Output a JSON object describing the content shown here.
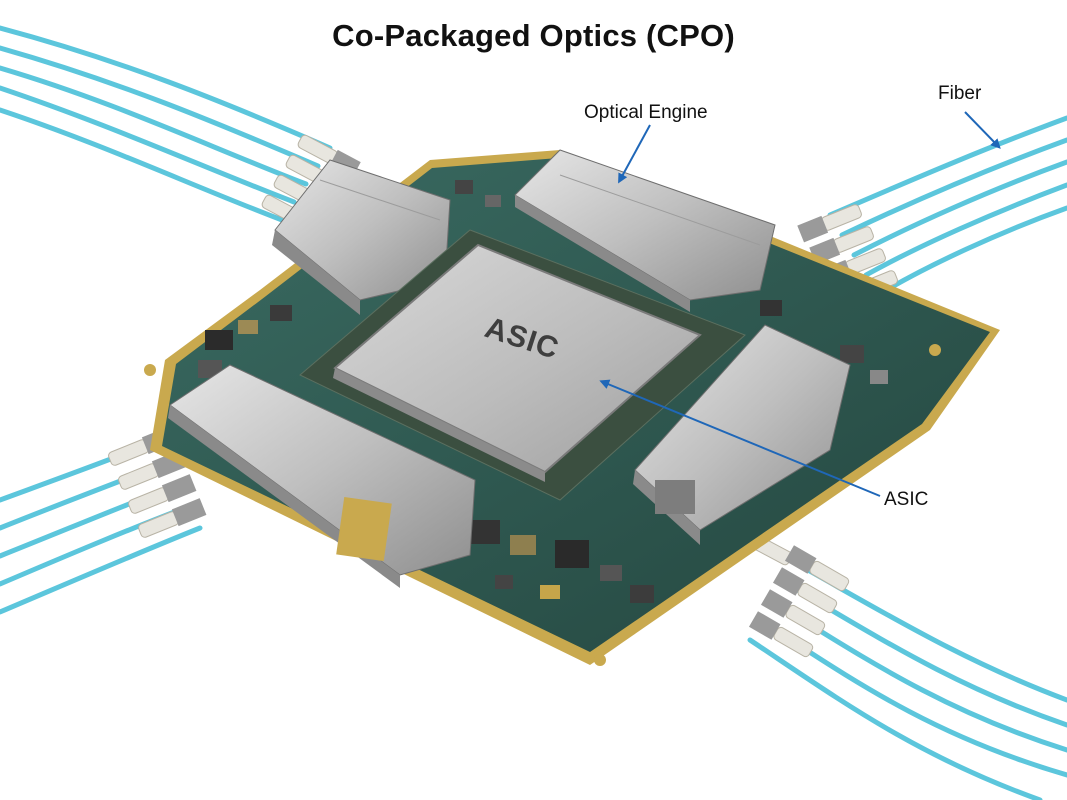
{
  "title": "Co-Packaged Optics (CPO)",
  "labels": {
    "optical_engine": "Optical Engine",
    "fiber": "Fiber",
    "asic_callout": "ASIC"
  },
  "chip_marking": "ASIC",
  "colors": {
    "fiber": "#5cc6dc",
    "pcb": "#2f5a52",
    "pcb_edge": "#c9a94e",
    "metal": "#bdbdbd",
    "arrow": "#1f67b8"
  }
}
